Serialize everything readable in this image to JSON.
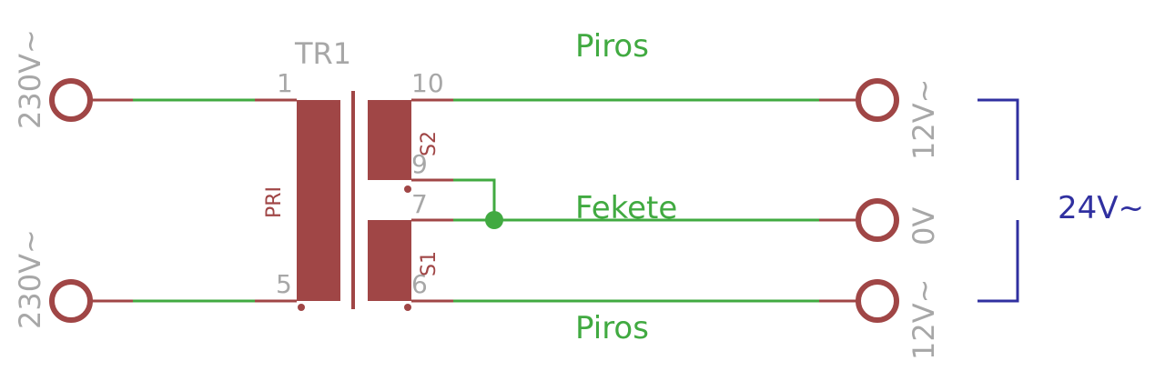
{
  "schematic": {
    "part_name": "TR1",
    "primary_label": "PRI",
    "secondary_top_label": "S2",
    "secondary_bottom_label": "S1",
    "pins": {
      "p1": "1",
      "p5": "5",
      "p10": "10",
      "p9": "9",
      "p7": "7",
      "p6": "6"
    },
    "inputs": {
      "top": "230V~",
      "bottom": "230V~"
    },
    "nets": {
      "top_wire": "Piros",
      "middle_wire": "Fekete",
      "bottom_wire": "Piros"
    },
    "outputs": {
      "top": "12V~",
      "middle": "0V",
      "bottom": "12V~"
    },
    "total_voltage": "24V~",
    "colors": {
      "wire": "#41aa41",
      "symbol": "#a04646",
      "text_grey": "#a7a7a7",
      "bracket": "#3030a0"
    }
  }
}
